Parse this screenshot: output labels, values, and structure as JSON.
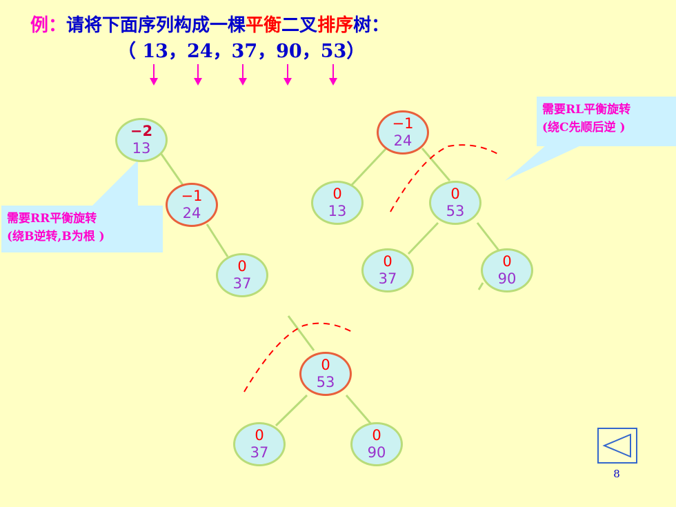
{
  "title": {
    "prefix": "例：",
    "part1": "请将下面序列构成一棵",
    "balanced": "平衡",
    "part2": "二叉",
    "sort": "排序",
    "part3": "树："
  },
  "sequence_text": "（ 13，24，37，90，53）",
  "sequence": [
    13,
    24,
    37,
    90,
    53
  ],
  "nodes": [
    {
      "id": "n13a",
      "bf": "−2",
      "key": "13",
      "unbalanced": false,
      "strong": true
    },
    {
      "id": "n24a",
      "bf": "−1",
      "key": "24",
      "unbalanced": true,
      "strong": false
    },
    {
      "id": "n37a",
      "bf": "0",
      "key": "37",
      "unbalanced": false,
      "strong": false
    },
    {
      "id": "n24b",
      "bf": "−1",
      "key": "24",
      "unbalanced": true,
      "strong": false
    },
    {
      "id": "n13b",
      "bf": "0",
      "key": "13",
      "unbalanced": false,
      "strong": false
    },
    {
      "id": "n53b",
      "bf": "0",
      "key": "53",
      "unbalanced": false,
      "strong": false
    },
    {
      "id": "n37b",
      "bf": "0",
      "key": "37",
      "unbalanced": false,
      "strong": false
    },
    {
      "id": "n90b",
      "bf": "0",
      "key": "90",
      "unbalanced": false,
      "strong": false
    },
    {
      "id": "n53c",
      "bf": "0",
      "key": "53",
      "unbalanced": true,
      "strong": false
    },
    {
      "id": "n37c",
      "bf": "0",
      "key": "37",
      "unbalanced": false,
      "strong": false
    },
    {
      "id": "n90c",
      "bf": "0",
      "key": "90",
      "unbalanced": false,
      "strong": false
    }
  ],
  "callout_rr": {
    "line1": "需要RR平衡旋转",
    "line2": "(绕B逆转,B为根 )"
  },
  "callout_rl": {
    "line1": "需要RL平衡旋转",
    "line2": "(绕C先顺后逆 )"
  },
  "page_number": "8",
  "colors": {
    "background": "#ffffc4",
    "title_blue": "#0000cc",
    "accent_magenta": "#ff00cc",
    "accent_red": "#ff0000",
    "node_fill": "#ccf2f2",
    "node_border": "#b8dc7a",
    "node_unbalanced_border": "#e8603c",
    "edge": "#b8dc7a",
    "callout_fill": "#ccf2ff"
  },
  "icons": {
    "nav": "triangle-left-icon",
    "arrow": "arrow-down-icon"
  }
}
